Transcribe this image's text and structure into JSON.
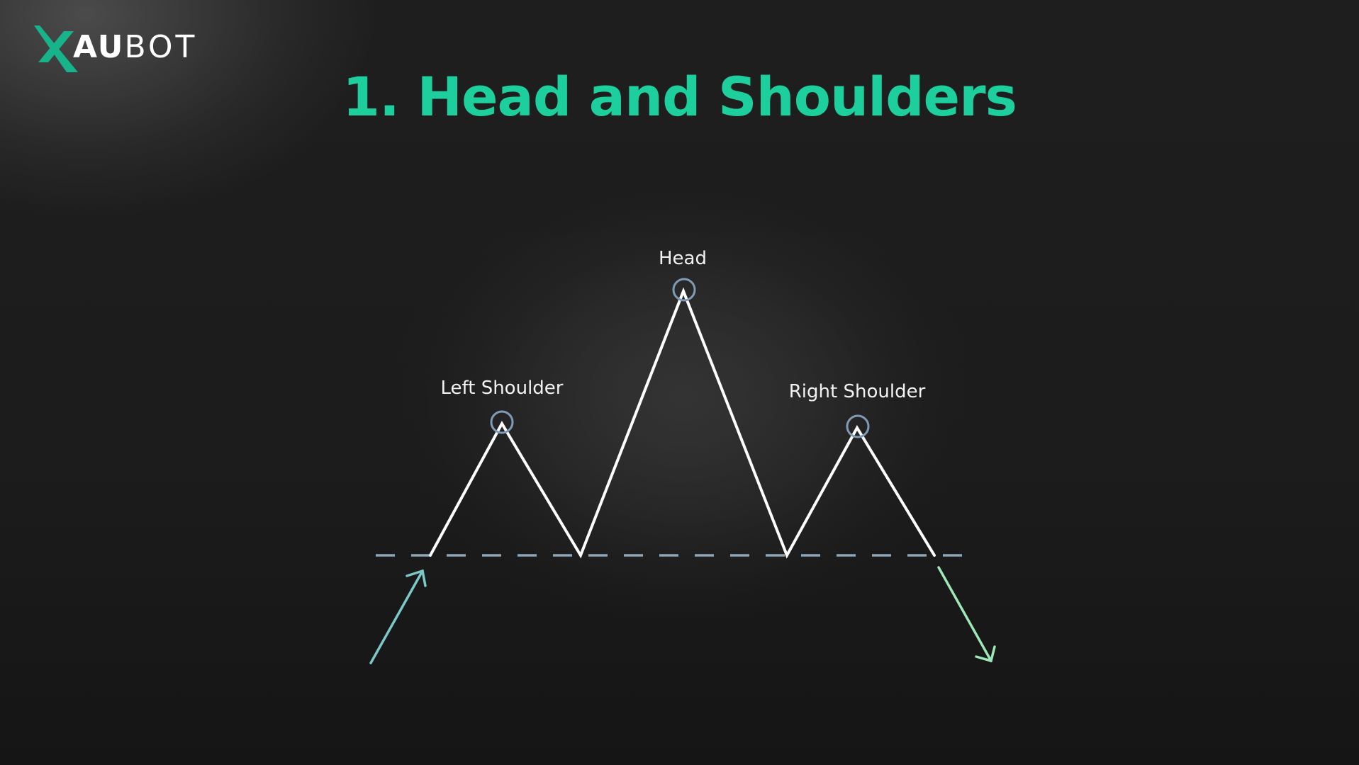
{
  "brand": {
    "logo_mark": "x-mark-icon",
    "name_bold": "AU",
    "name_light": "BOT",
    "accent_color": "#18b38a"
  },
  "slide": {
    "title": "1. Head and Shoulders",
    "title_color": "#1ccf9c"
  },
  "diagram": {
    "labels": {
      "head": "Head",
      "left_shoulder": "Left Shoulder",
      "right_shoulder": "Right Shoulder"
    },
    "colors": {
      "price_line": "#ffffff",
      "neckline": "#8fa6b8",
      "peak_marker": "#7f9bb5",
      "uptrend_arrow": "#7cc8c8",
      "downtrend_arrow": "#9ee8b8"
    },
    "icons": {
      "peak_marker": "circle-marker-icon",
      "uptrend_arrow": "arrow-up-right-icon",
      "downtrend_arrow": "arrow-down-right-icon"
    }
  }
}
